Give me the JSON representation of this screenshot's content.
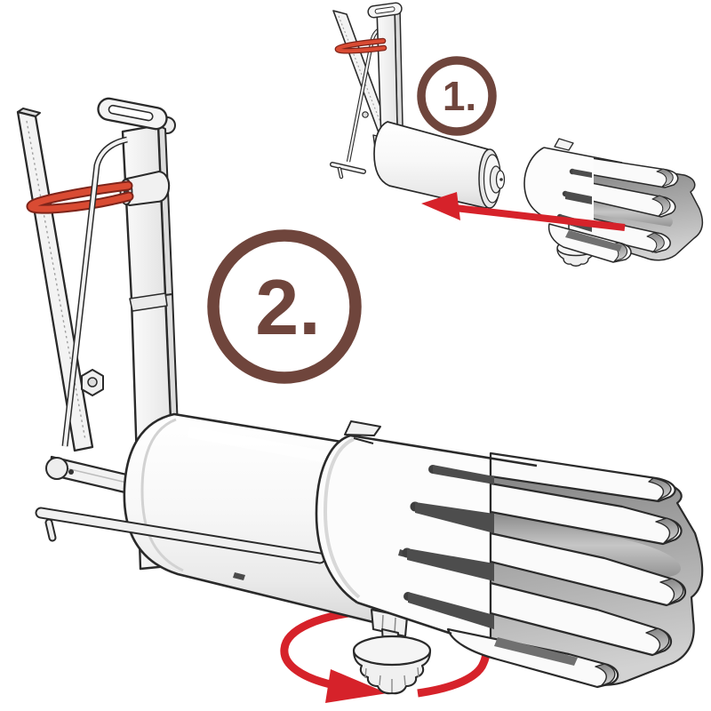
{
  "diagram": {
    "background_color": "#FFFFFF",
    "type": "assembly-instruction-illustration",
    "steps": [
      {
        "label": "1.",
        "icon": "left-arrow-icon"
      },
      {
        "label": "2.",
        "icon": "rotation-arrow-icon"
      }
    ],
    "colors": {
      "step_badge": "#6F453C",
      "arrow": "#D6222A",
      "grip": "#D94B33",
      "grip_outline": "#7E241A",
      "line": "#2A2A2A"
    },
    "parts": [
      "frame-stand",
      "red-hand-grip",
      "mounting-cylinder",
      "slotted-clamp-sleeve",
      "knurled-thumbscrew"
    ]
  }
}
